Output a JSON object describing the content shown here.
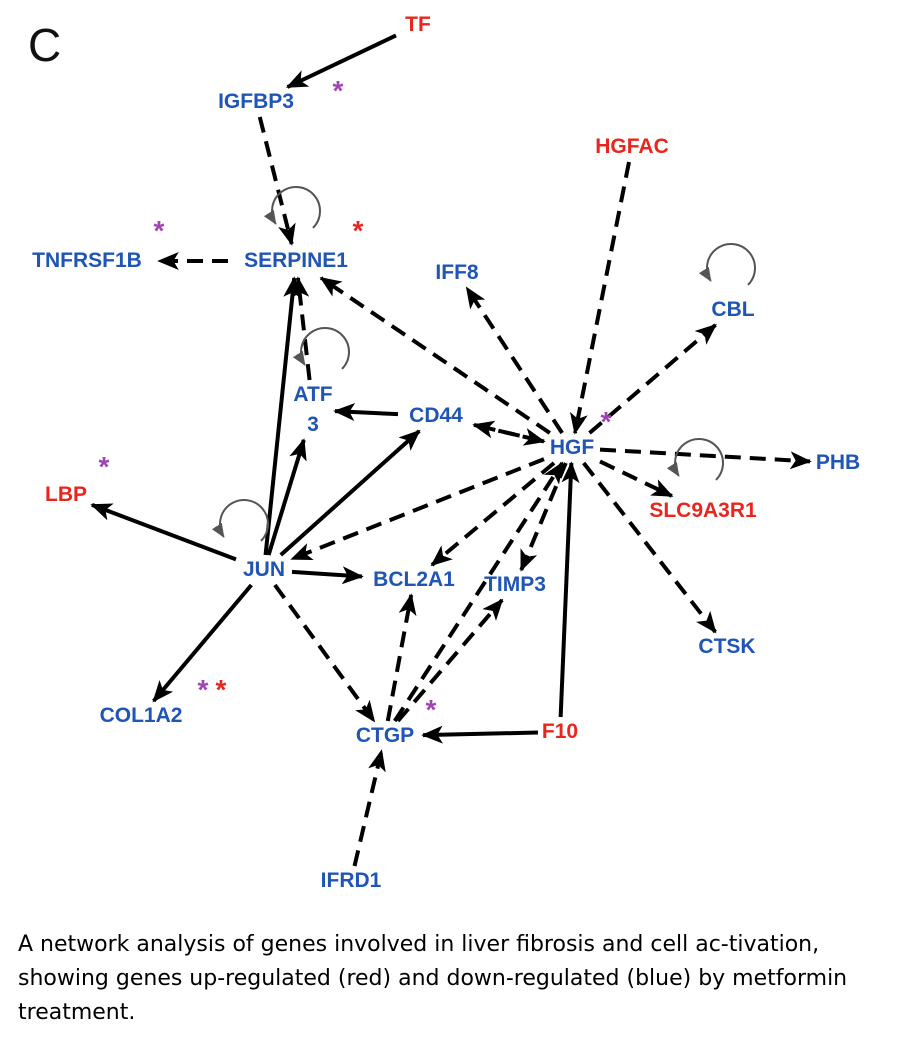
{
  "panel_label": "C",
  "colors": {
    "up": "#e8261e",
    "down": "#1f55b5",
    "star_purple": "#a044b4",
    "star_red": "#e8261e",
    "edge": "#000000",
    "self_loop": "#555555"
  },
  "nodes": [
    {
      "id": "TF",
      "label": "TF",
      "reg": "up"
    },
    {
      "id": "IGFBP3",
      "label": "IGFBP3",
      "reg": "down"
    },
    {
      "id": "HGFAC",
      "label": "HGFAC",
      "reg": "up"
    },
    {
      "id": "TNFRSF1B",
      "label": "TNFRSF1B",
      "reg": "down"
    },
    {
      "id": "SERPINE1",
      "label": "SERPINE1",
      "reg": "down"
    },
    {
      "id": "IFF8",
      "label": "IFF8",
      "reg": "down"
    },
    {
      "id": "CBL",
      "label": "CBL",
      "reg": "down"
    },
    {
      "id": "ATF3",
      "label": "ATF\n3",
      "reg": "down"
    },
    {
      "id": "CD44",
      "label": "CD44",
      "reg": "down"
    },
    {
      "id": "HGF",
      "label": "HGF",
      "reg": "down"
    },
    {
      "id": "PHB",
      "label": "PHB",
      "reg": "down"
    },
    {
      "id": "LBP",
      "label": "LBP",
      "reg": "up"
    },
    {
      "id": "SLC9A3R1",
      "label": "SLC9A3R1",
      "reg": "up"
    },
    {
      "id": "JUN",
      "label": "JUN",
      "reg": "down"
    },
    {
      "id": "BCL2A1",
      "label": "BCL2A1",
      "reg": "down"
    },
    {
      "id": "TIMP3",
      "label": "TIMP3",
      "reg": "down"
    },
    {
      "id": "CTSK",
      "label": "CTSK",
      "reg": "down"
    },
    {
      "id": "COL1A2",
      "label": "COL1A2",
      "reg": "down"
    },
    {
      "id": "CTGP",
      "label": "CTGP",
      "reg": "down"
    },
    {
      "id": "F10",
      "label": "F10",
      "reg": "up"
    },
    {
      "id": "IFRD1",
      "label": "IFRD1",
      "reg": "down"
    }
  ],
  "stars": [
    {
      "node": "IGFBP3",
      "marks": "*",
      "color": "star_purple"
    },
    {
      "node": "TNFRSF1B",
      "marks": "*",
      "color": "star_purple"
    },
    {
      "node": "SERPINE1",
      "marks": "*",
      "color": "star_red"
    },
    {
      "node": "HGF",
      "marks": "*",
      "color": "star_purple"
    },
    {
      "node": "LBP",
      "marks": "*",
      "color": "star_purple"
    },
    {
      "node": "COL1A2",
      "marks": "*",
      "color": "star_purple"
    },
    {
      "node": "COL1A2",
      "marks": "*",
      "color": "star_red"
    },
    {
      "node": "CTGP",
      "marks": "*",
      "color": "star_purple"
    }
  ],
  "edges": [
    {
      "from": "TF",
      "to": "IGFBP3",
      "style": "solid"
    },
    {
      "from": "IGFBP3",
      "to": "SERPINE1",
      "style": "dashed"
    },
    {
      "from": "SERPINE1",
      "to": "TNFRSF1B",
      "style": "dashed"
    },
    {
      "from": "HGFAC",
      "to": "HGF",
      "style": "dashed"
    },
    {
      "from": "HGF",
      "to": "SERPINE1",
      "style": "dashed"
    },
    {
      "from": "HGF",
      "to": "IFF8",
      "style": "dashed"
    },
    {
      "from": "HGF",
      "to": "CBL",
      "style": "dashed"
    },
    {
      "from": "HGF",
      "to": "CD44",
      "style": "dashed"
    },
    {
      "from": "CD44",
      "to": "HGF",
      "style": "dashed"
    },
    {
      "from": "HGF",
      "to": "PHB",
      "style": "dashed"
    },
    {
      "from": "HGF",
      "to": "SLC9A3R1",
      "style": "dashed"
    },
    {
      "from": "HGF",
      "to": "CTSK",
      "style": "dashed"
    },
    {
      "from": "HGF",
      "to": "JUN",
      "style": "dashed"
    },
    {
      "from": "HGF",
      "to": "BCL2A1",
      "style": "dashed"
    },
    {
      "from": "HGF",
      "to": "TIMP3",
      "style": "dashed"
    },
    {
      "from": "CTGP",
      "to": "HGF",
      "style": "dashed"
    },
    {
      "from": "F10",
      "to": "HGF",
      "style": "solid"
    },
    {
      "from": "F10",
      "to": "CTGP",
      "style": "solid"
    },
    {
      "from": "ATF3",
      "to": "SERPINE1",
      "style": "dashed"
    },
    {
      "from": "JUN",
      "to": "SERPINE1",
      "style": "solid"
    },
    {
      "from": "JUN",
      "to": "ATF3",
      "style": "solid"
    },
    {
      "from": "JUN",
      "to": "CD44",
      "style": "solid"
    },
    {
      "from": "CD44",
      "to": "ATF3",
      "style": "solid"
    },
    {
      "from": "JUN",
      "to": "LBP",
      "style": "solid"
    },
    {
      "from": "JUN",
      "to": "BCL2A1",
      "style": "solid"
    },
    {
      "from": "JUN",
      "to": "COL1A2",
      "style": "solid"
    },
    {
      "from": "JUN",
      "to": "CTGP",
      "style": "dashed"
    },
    {
      "from": "CTGP",
      "to": "BCL2A1",
      "style": "dashed"
    },
    {
      "from": "CTGP",
      "to": "TIMP3",
      "style": "dashed"
    },
    {
      "from": "IFRD1",
      "to": "CTGP",
      "style": "dashed"
    }
  ],
  "self_loops": [
    "SERPINE1",
    "ATF3",
    "CBL",
    "SLC9A3R1",
    "JUN"
  ],
  "caption": "A network analysis of genes involved in liver fibrosis and cell ac-tivation, showing genes up-regulated (red) and down-regulated (blue) by metformin treatment."
}
